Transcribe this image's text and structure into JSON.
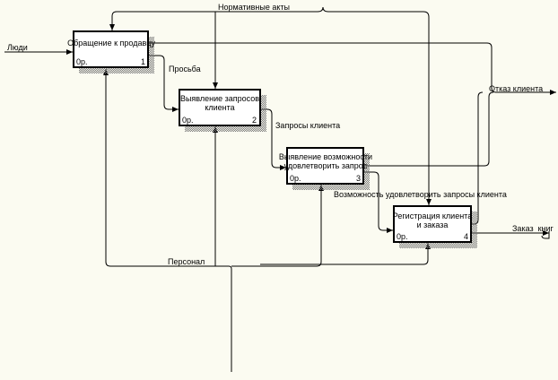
{
  "boxes": [
    {
      "lines": [
        "Обращение к продавцу"
      ],
      "cost": "0р.",
      "num": "1"
    },
    {
      "lines": [
        "Выявление запросов",
        "клиента"
      ],
      "cost": "0р.",
      "num": "2"
    },
    {
      "lines": [
        "Выявление возможности",
        "удовлетворить запрос"
      ],
      "cost": "0р.",
      "num": "3"
    },
    {
      "lines": [
        "Регистрация клиента",
        "и заказа"
      ],
      "cost": "0р.",
      "num": "4"
    }
  ],
  "arrows": {
    "people": "Люди",
    "norms": "Нормативные акты",
    "request": "Просьба",
    "client_requests": "Запросы клиента",
    "refusal": "Отказ клиента",
    "possibility": "Возможность удовлетворить запросы клиента",
    "order": "Заказ_книг",
    "staff": "Персонал"
  }
}
